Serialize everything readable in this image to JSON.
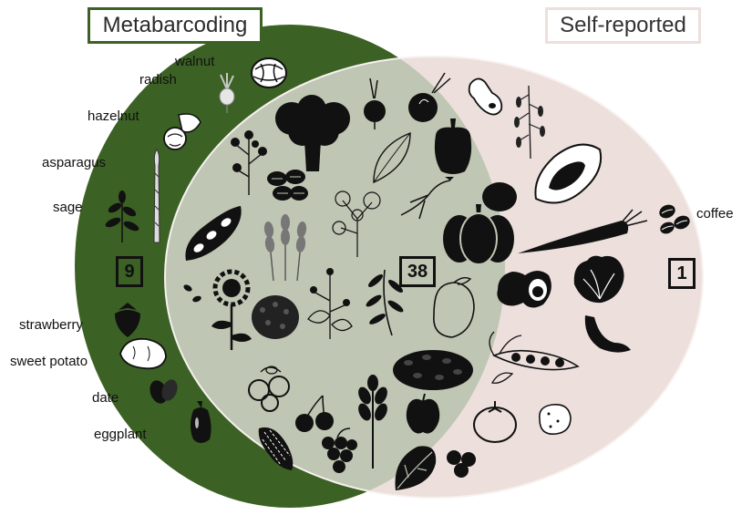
{
  "diagram": {
    "sets": [
      {
        "name": "Metabarcoding",
        "color": "#3c6124"
      },
      {
        "name": "Self-reported",
        "color": "#ecdfdc"
      }
    ],
    "overlap_color": "#bfc6b3",
    "counts": {
      "metabarcoding_only": "9",
      "both": "38",
      "self_reported_only": "1"
    },
    "metabarcoding_only_labels": [
      "walnut",
      "radish",
      "hazelnut",
      "asparagus",
      "sage",
      "strawberry",
      "sweet potato",
      "date",
      "eggplant"
    ],
    "self_reported_only_labels": [
      "coffee"
    ],
    "icons": {
      "metabarcoding_only": [
        "walnut-icon",
        "radish-icon",
        "hazelnut-icon",
        "asparagus-icon",
        "sage-icon",
        "strawberry-icon",
        "sweet-potato-icon",
        "date-icon",
        "eggplant-icon"
      ],
      "overlap": [
        "broccoli-icon",
        "turnip-icon",
        "onion-icon",
        "peanut-icon",
        "oat-icon",
        "bell-pepper-icon",
        "papaya-icon",
        "lime-icon",
        "carrot-icon",
        "pumpkin-icon",
        "ginseng-icon",
        "cilantro-icon",
        "leaf-icon",
        "pecan-icon",
        "flowering-herb-icon",
        "bean-pod-icon",
        "wheat-icon",
        "sunflower-icon",
        "seed-icon",
        "quinoa-icon",
        "buckwheat-icon",
        "olive-branch-icon",
        "mango-icon",
        "avocado-icon",
        "lettuce-icon",
        "banana-icon",
        "black-bean-icon",
        "pea-icon",
        "potato-icon",
        "tomato-icon",
        "apple-icon",
        "cranberry-icon",
        "cherry-icon",
        "rye-icon",
        "corn-icon",
        "grape-icon",
        "spinach-icon",
        "blueberry-icon"
      ],
      "self_reported_only": [
        "coffee-bean-icon"
      ]
    }
  }
}
